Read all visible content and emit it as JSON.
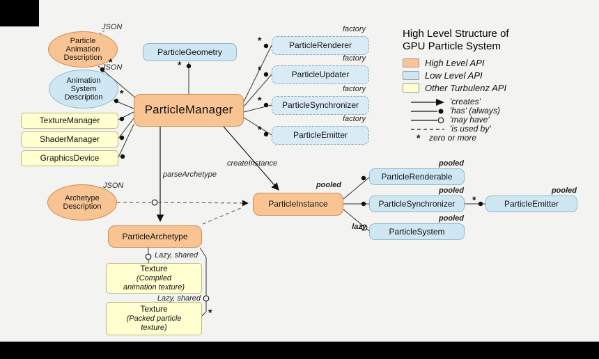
{
  "title": {
    "line1": "High Level Structure of",
    "line2": "GPU Particle System"
  },
  "legend": {
    "api_items": [
      {
        "label": "High Level API",
        "color": "#f9c493"
      },
      {
        "label": "Low Level API",
        "color": "#cfe7f3"
      },
      {
        "label": "Other Turbulenz API",
        "color": "#ffffcf"
      }
    ],
    "relation_items": [
      {
        "symbol": "creates-arrow",
        "label": "'creates'"
      },
      {
        "symbol": "filled-circle",
        "label": "'has' (always)"
      },
      {
        "symbol": "open-circle",
        "label": "'may have'"
      },
      {
        "symbol": "dashed-line",
        "label": "'is used by'"
      },
      {
        "symbol": "asterisk",
        "label": "zero or more"
      }
    ]
  },
  "nodes": {
    "particle_manager": {
      "label": "ParticleManager"
    },
    "particle_geometry": {
      "label": "ParticleGeometry"
    },
    "particle_animation_description": {
      "label": "Particle Animation Description"
    },
    "animation_system_description": {
      "label": "Animation System Description"
    },
    "texture_manager": {
      "label": "TextureManager"
    },
    "shader_manager": {
      "label": "ShaderManager"
    },
    "graphics_device": {
      "label": "GraphicsDevice"
    },
    "particle_renderer": {
      "label": "ParticleRenderer"
    },
    "particle_updater": {
      "label": "ParticleUpdater"
    },
    "particle_synchronizer_factory": {
      "label": "ParticleSynchronizer"
    },
    "particle_emitter_factory": {
      "label": "ParticleEmitter"
    },
    "archetype_description": {
      "label": "Archetype Description"
    },
    "particle_archetype": {
      "label": "ParticleArchetype"
    },
    "particle_instance": {
      "label": "ParticleInstance"
    },
    "particle_renderable": {
      "label": "ParticleRenderable"
    },
    "particle_synchronizer": {
      "label": "ParticleSynchronizer"
    },
    "particle_system": {
      "label": "ParticleSystem"
    },
    "particle_emitter": {
      "label": "ParticleEmitter"
    },
    "texture_compiled": {
      "label": "Texture",
      "sublabel": "(Compiled animation texture)"
    },
    "texture_packed": {
      "label": "Texture",
      "sublabel": "(Packed particle texture)"
    }
  },
  "edge_labels": {
    "json": "JSON",
    "factory": "factory",
    "parse_archetype": "parseArchetype",
    "create_instance": "createInstance",
    "pooled": "pooled",
    "lazy": "lazy",
    "lazy_shared": "Lazy, shared",
    "zero_or_more": "*"
  }
}
